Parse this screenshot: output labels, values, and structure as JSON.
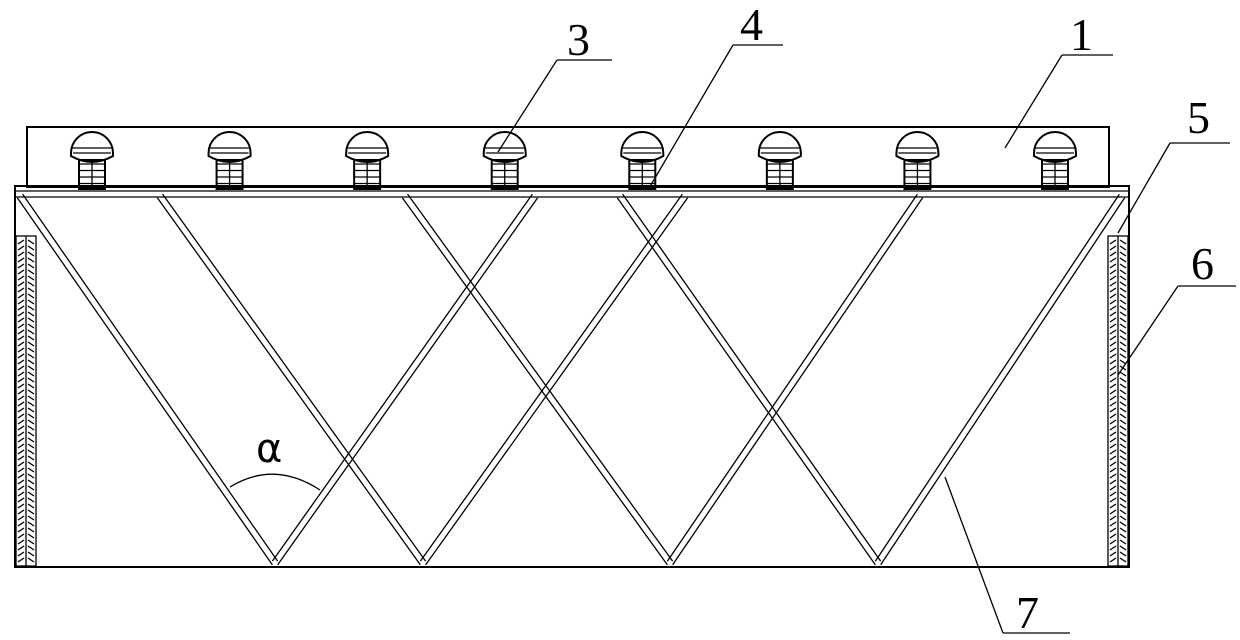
{
  "labels": {
    "l1": "1",
    "l3": "3",
    "l4": "4",
    "l5": "5",
    "l6": "6",
    "l7": "7",
    "angle": "α"
  },
  "counts": {
    "lamps": 8
  },
  "colors": {
    "stroke": "#000000",
    "background": "#ffffff"
  }
}
